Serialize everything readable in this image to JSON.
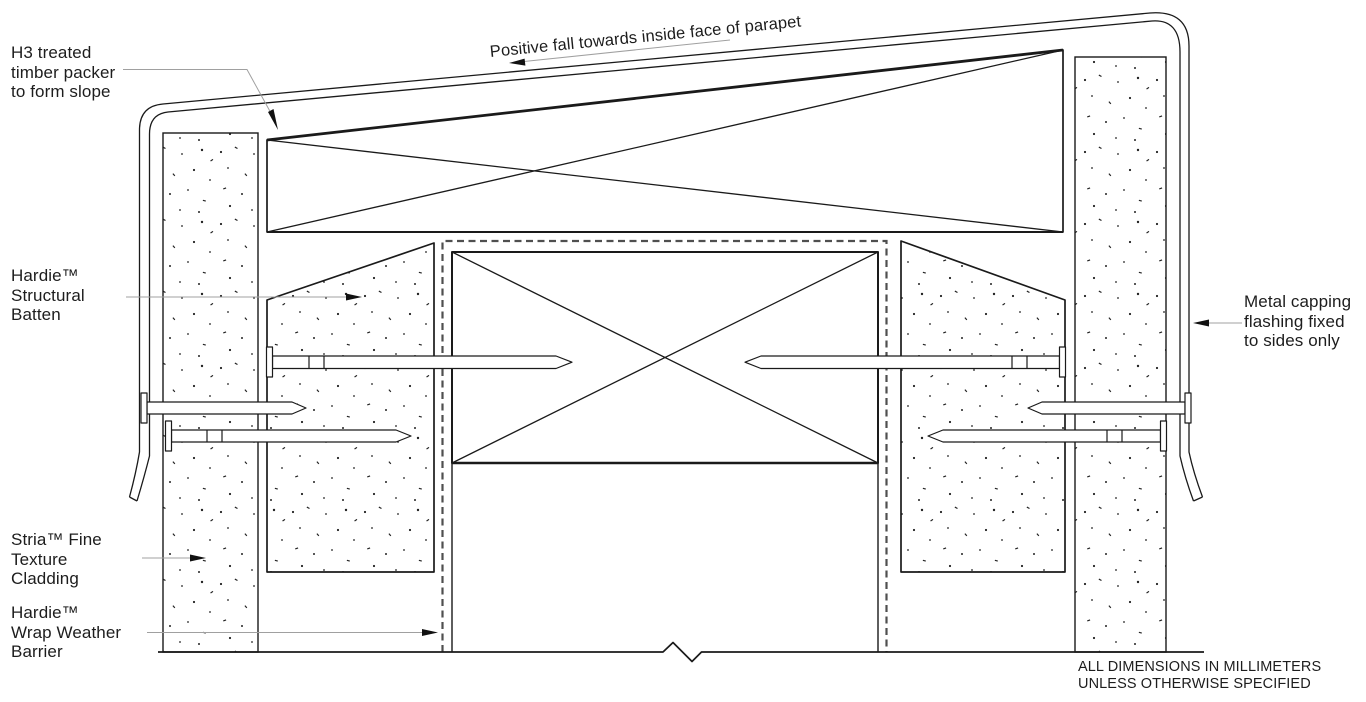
{
  "drawing_type": "construction-detail-section",
  "labels": {
    "h3_packer": "H3 treated\ntimber packer\nto form slope",
    "positive_fall": "Positive fall towards inside face of parapet",
    "structural_batten": "Hardie™\nStructural\nBatten",
    "metal_capping": "Metal capping\nflashing fixed\nto sides only",
    "stria_cladding": "Stria™ Fine\nTexture\nCladding",
    "wrap_barrier": "Hardie™\nWrap Weather\nBarrier",
    "dimensions_note": "ALL DIMENSIONS IN MILLIMETERS\nUNLESS OTHERWISE SPECIFIED"
  },
  "colors": {
    "line": "#1a1a1a",
    "leader": "#a0a0a0",
    "arrow": "#111111",
    "dashed": "#4f4f4f",
    "ink": "#1d1d1d",
    "background": "#ffffff"
  }
}
